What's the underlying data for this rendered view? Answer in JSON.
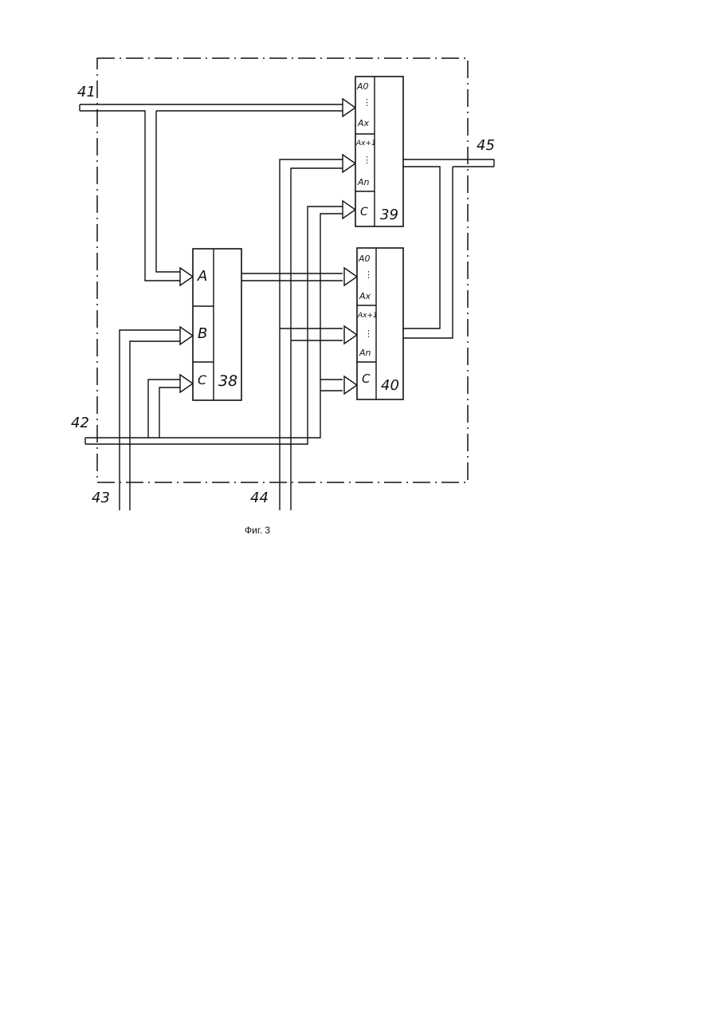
{
  "diagram": {
    "bus_labels": {
      "b41": "41",
      "b42": "42",
      "b43": "43",
      "b44": "44",
      "b45": "45"
    },
    "block38": {
      "number": "38",
      "pin_a": "A",
      "pin_b": "B",
      "pin_c": "C"
    },
    "block39": {
      "number": "39",
      "pin_a0": "A0",
      "pin_ax": "Ax",
      "pin_ax1": "Ax+1",
      "pin_an": "An",
      "pin_c": "C"
    },
    "block40": {
      "number": "40",
      "pin_a0": "A0",
      "pin_ax": "Ax",
      "pin_ax1": "Ax+1",
      "pin_an": "An",
      "pin_c": "C"
    }
  },
  "caption": "Фиг. 3"
}
